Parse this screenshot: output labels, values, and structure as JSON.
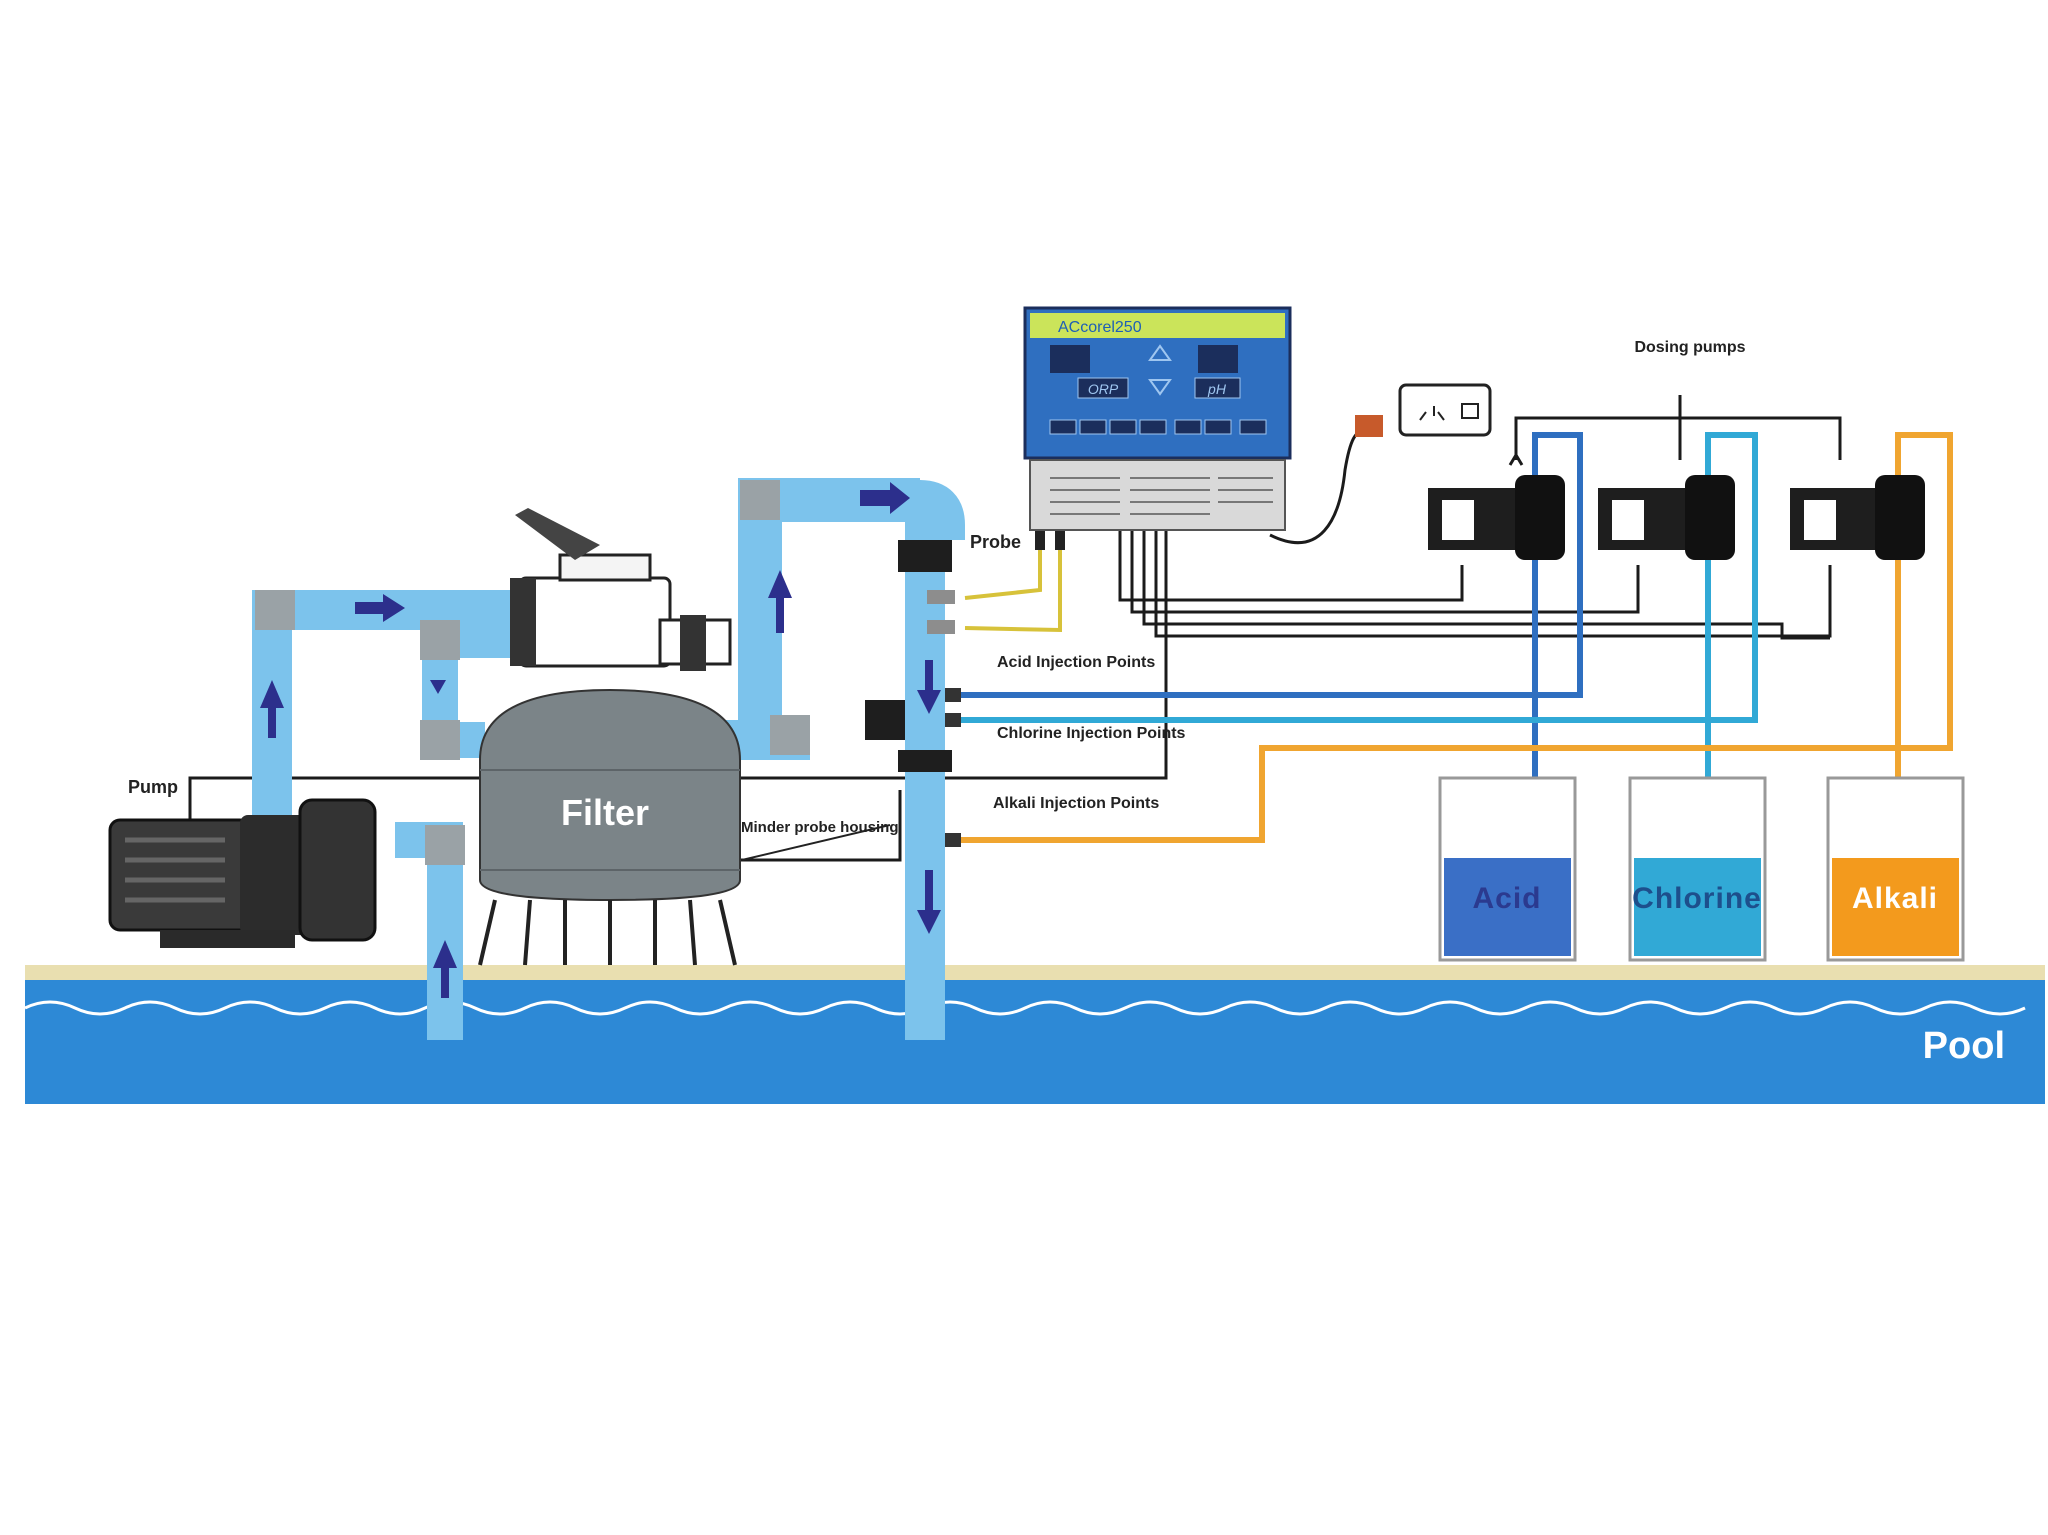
{
  "labels": {
    "controller_name": "ACcorel250",
    "orp": "ORP",
    "ph": "pH",
    "probe": "Probe",
    "dosing_pumps": "Dosing pumps",
    "acid_injection": "Acid Injection Points",
    "chlorine_injection": "Chlorine Injection Points",
    "alkali_injection": "Alkali Injection Points",
    "minder_probe": "Minder probe housing",
    "pump": "Pump",
    "filter": "Filter",
    "pool": "Pool"
  },
  "tanks": [
    {
      "name": "Acid",
      "color": "#3a6fc6",
      "text_color": "#2b3a8f"
    },
    {
      "name": "Chlorine",
      "color": "#31a9d6",
      "text_color": "#1d4f8c"
    },
    {
      "name": "Alkali",
      "color": "#f39a1d",
      "text_color": "#ffffff"
    }
  ],
  "colors": {
    "pipe": "#7cc3ec",
    "pipe_joint": "#9aa2a6",
    "arrow": "#2c2f8c",
    "pool": "#2d89d6",
    "deck": "#e9dfb0",
    "controller": "#2f6fc0",
    "controller_display": "#cbe45a",
    "acid_line": "#2f6fc0",
    "chlorine_line": "#31a9d6",
    "alkali_line": "#f0a530",
    "probe_line": "#d7c23a",
    "filter_body": "#7b8488"
  }
}
